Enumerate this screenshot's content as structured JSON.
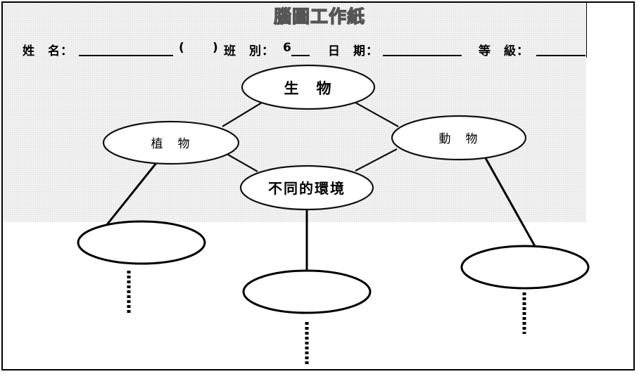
{
  "title": "腦圖工作紙",
  "header": {
    "name_label": "姓　名：",
    "class_open": "(",
    "class_close": ")",
    "class_label": "班　別：",
    "class_value": "6",
    "date_label": "日　期：",
    "grade_label": "等　級："
  },
  "nodes": {
    "center": "生　物",
    "plants": "植　物",
    "animals": "動　物",
    "environment": "不同的環境"
  }
}
